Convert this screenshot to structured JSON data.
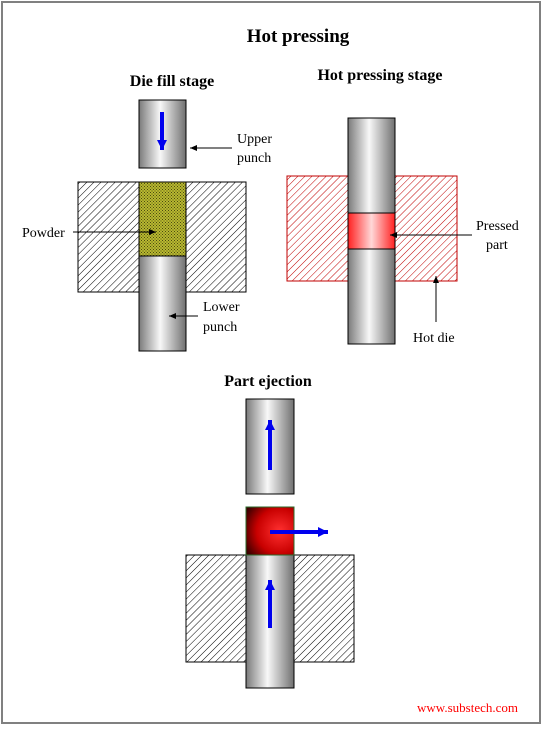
{
  "title": "Hot pressing",
  "stages": {
    "die_fill": "Die fill stage",
    "hot_pressing": "Hot pressing stage",
    "ejection": "Part ejection"
  },
  "labels": {
    "upper_punch_1": "Upper",
    "upper_punch_2": "punch",
    "powder": "Powder",
    "lower_punch_1": "Lower",
    "lower_punch_2": "punch",
    "pressed_part_1": "Pressed",
    "pressed_part_2": "part",
    "hot_die": "Hot die"
  },
  "website": "www.substech.com",
  "colors": {
    "border": "#808080",
    "die_hatch": "#000000",
    "hot_die_hatch": "#c00000",
    "powder": "#b8b830",
    "pressed_part": "#ff4040",
    "ejected_part": "#cc0000",
    "motion_arrow": "#0000ee",
    "website": "#ff0000"
  },
  "icons": {
    "motion": "blue-arrow-icon",
    "pointer": "black-leader-arrow-icon"
  }
}
